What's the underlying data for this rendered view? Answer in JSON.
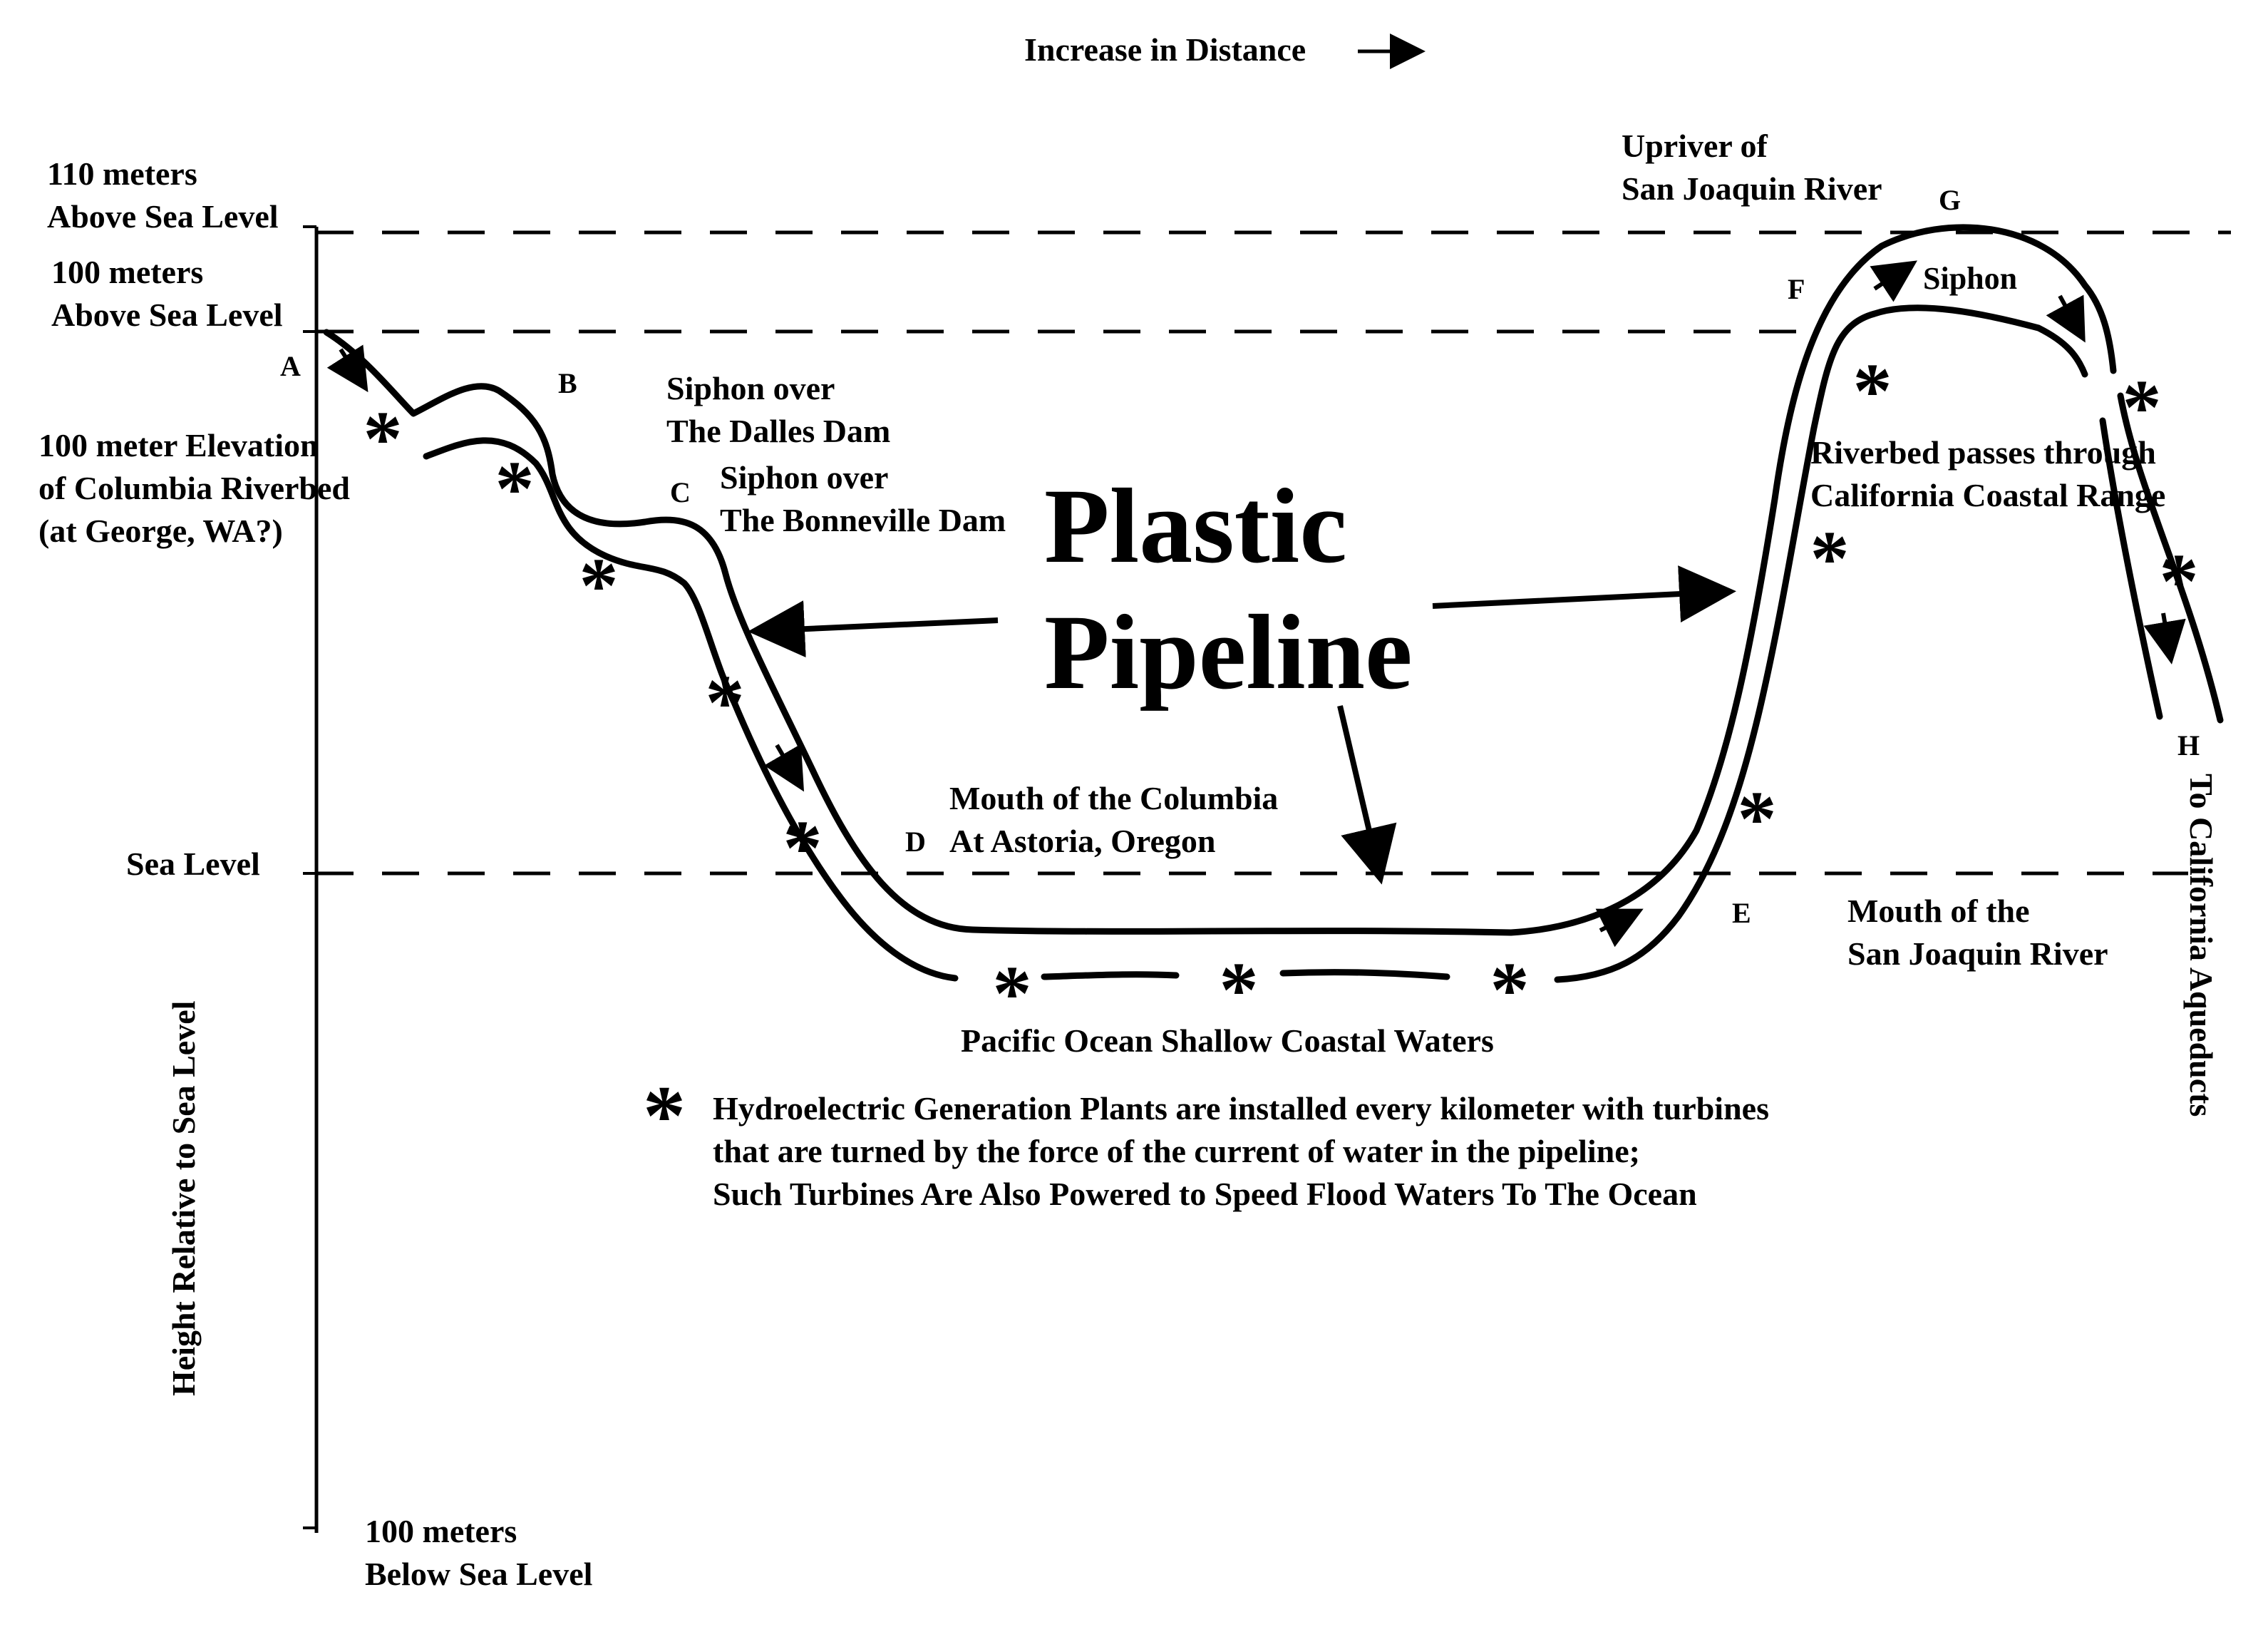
{
  "distance_label": "Increase in Distance",
  "y_axis_title": "Height Relative to Sea Level",
  "levels": {
    "l110": [
      "110 meters",
      "Above Sea Level"
    ],
    "l100": [
      "100 meters",
      "Above Sea Level"
    ],
    "sea": "Sea Level",
    "below": [
      "100 meters",
      "Below Sea Level"
    ]
  },
  "points": {
    "A": "A",
    "B": "B",
    "C": "C",
    "D": "D",
    "E": "E",
    "F": "F",
    "G": "G",
    "H": "H"
  },
  "annotations": {
    "columbia_riverbed": [
      "100 meter Elevation",
      "of Columbia Riverbed",
      "(at George, WA?)"
    ],
    "dalles": [
      "Siphon over",
      "The Dalles Dam"
    ],
    "bonneville": [
      "Siphon over",
      "The Bonneville Dam"
    ],
    "title": [
      "Plastic",
      "Pipeline"
    ],
    "mouth_columbia": [
      "Mouth of the Columbia",
      "At Astoria, Oregon"
    ],
    "pacific": "Pacific Ocean Shallow Coastal Waters",
    "upriver": [
      "Upriver of",
      "San Joaquin River"
    ],
    "siphon": "Siphon",
    "coastal_range": [
      "Riverbed passes through",
      "California Coastal Range"
    ],
    "mouth_sj": [
      "Mouth of the",
      "San Joaquin River"
    ],
    "aqueducts": "To California Aqueducts"
  },
  "legend": {
    "symbol": "*",
    "lines": [
      "Hydroelectric Generation Plants are installed every kilometer with turbines",
      "that are turned by the force of the current of water in the pipeline;",
      "Such Turbines Are Also Powered to Speed Flood Waters To The Ocean"
    ]
  },
  "turbine_count": 13,
  "colors": {
    "ink": "#000000",
    "paper": "#ffffff"
  }
}
